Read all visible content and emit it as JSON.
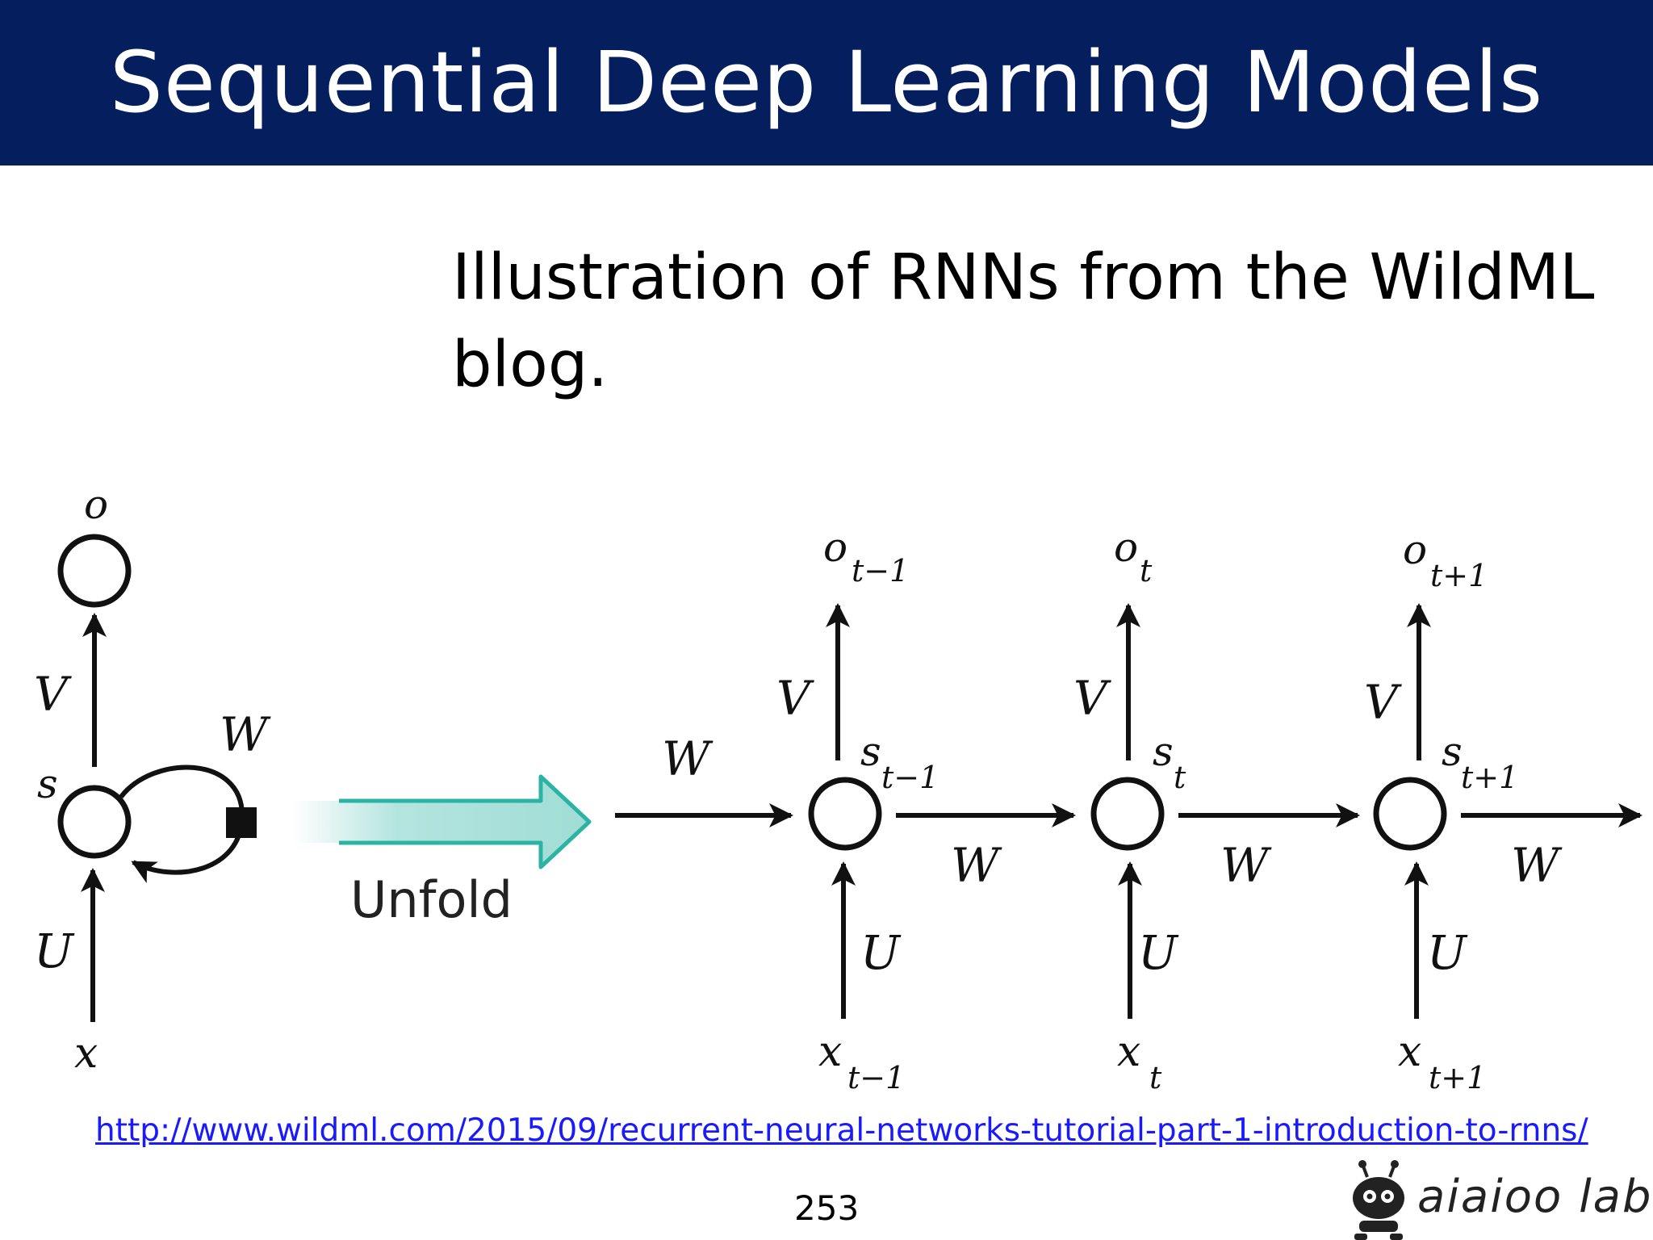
{
  "header": {
    "title": "Sequential Deep Learning Models"
  },
  "caption": {
    "text": "Illustration of RNNs from the WildML blog."
  },
  "diagram": {
    "folded": {
      "o": "o",
      "s": "s",
      "x": "x",
      "U": "U",
      "V": "V",
      "W": "W"
    },
    "unfold_label": "Unfold",
    "steps": [
      {
        "o": "o",
        "o_sub": "t−1",
        "s": "s",
        "s_sub": "t−1",
        "x": "x",
        "x_sub": "t−1",
        "U": "U",
        "V": "V",
        "W": "W"
      },
      {
        "o": "o",
        "o_sub": "t",
        "s": "s",
        "s_sub": "t",
        "x": "x",
        "x_sub": "t",
        "U": "U",
        "V": "V",
        "W": "W"
      },
      {
        "o": "o",
        "o_sub": "t+1",
        "s": "s",
        "s_sub": "t+1",
        "x": "x",
        "x_sub": "t+1",
        "U": "U",
        "V": "V",
        "W": "W"
      }
    ],
    "input_W": "W",
    "colors": {
      "unfold_arrow": "#2BB3A3",
      "ink": "#111111"
    }
  },
  "footer": {
    "link": "http://www.wildml.com/2015/09/recurrent-neural-networks-tutorial-part-1-introduction-to-rnns/",
    "page_number": "253",
    "brand": "aiaioo labs",
    "brand_icon": "robot-mascot-icon"
  }
}
